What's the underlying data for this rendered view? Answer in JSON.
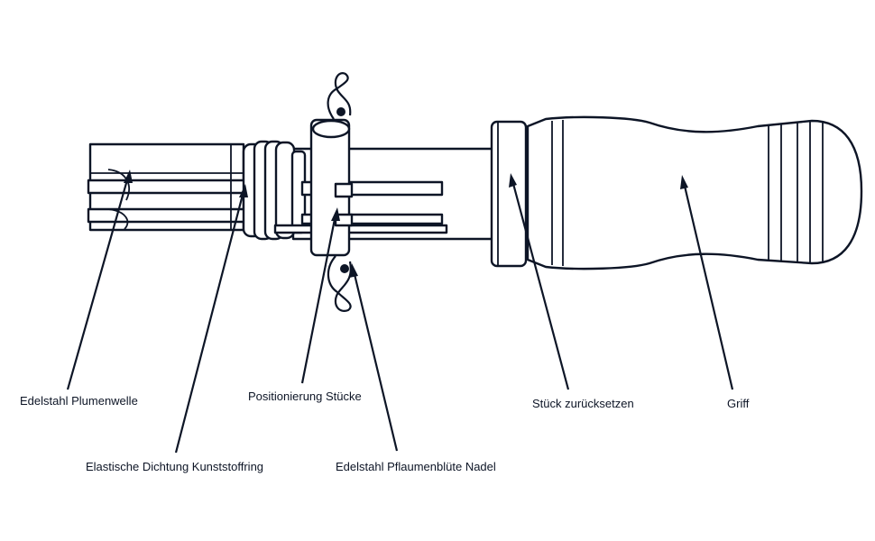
{
  "labels": {
    "shaft": "Edelstahl Plumenwelle",
    "ring": "Elastische Dichtung Kunststoffring",
    "positioning": "Positionierung Stücke",
    "needle": "Edelstahl Pflaumenblüte Nadel",
    "reset": "Stück zurücksetzen",
    "handle": "Griff"
  },
  "colors": {
    "ink": "#0d1526",
    "background": "#ffffff"
  }
}
